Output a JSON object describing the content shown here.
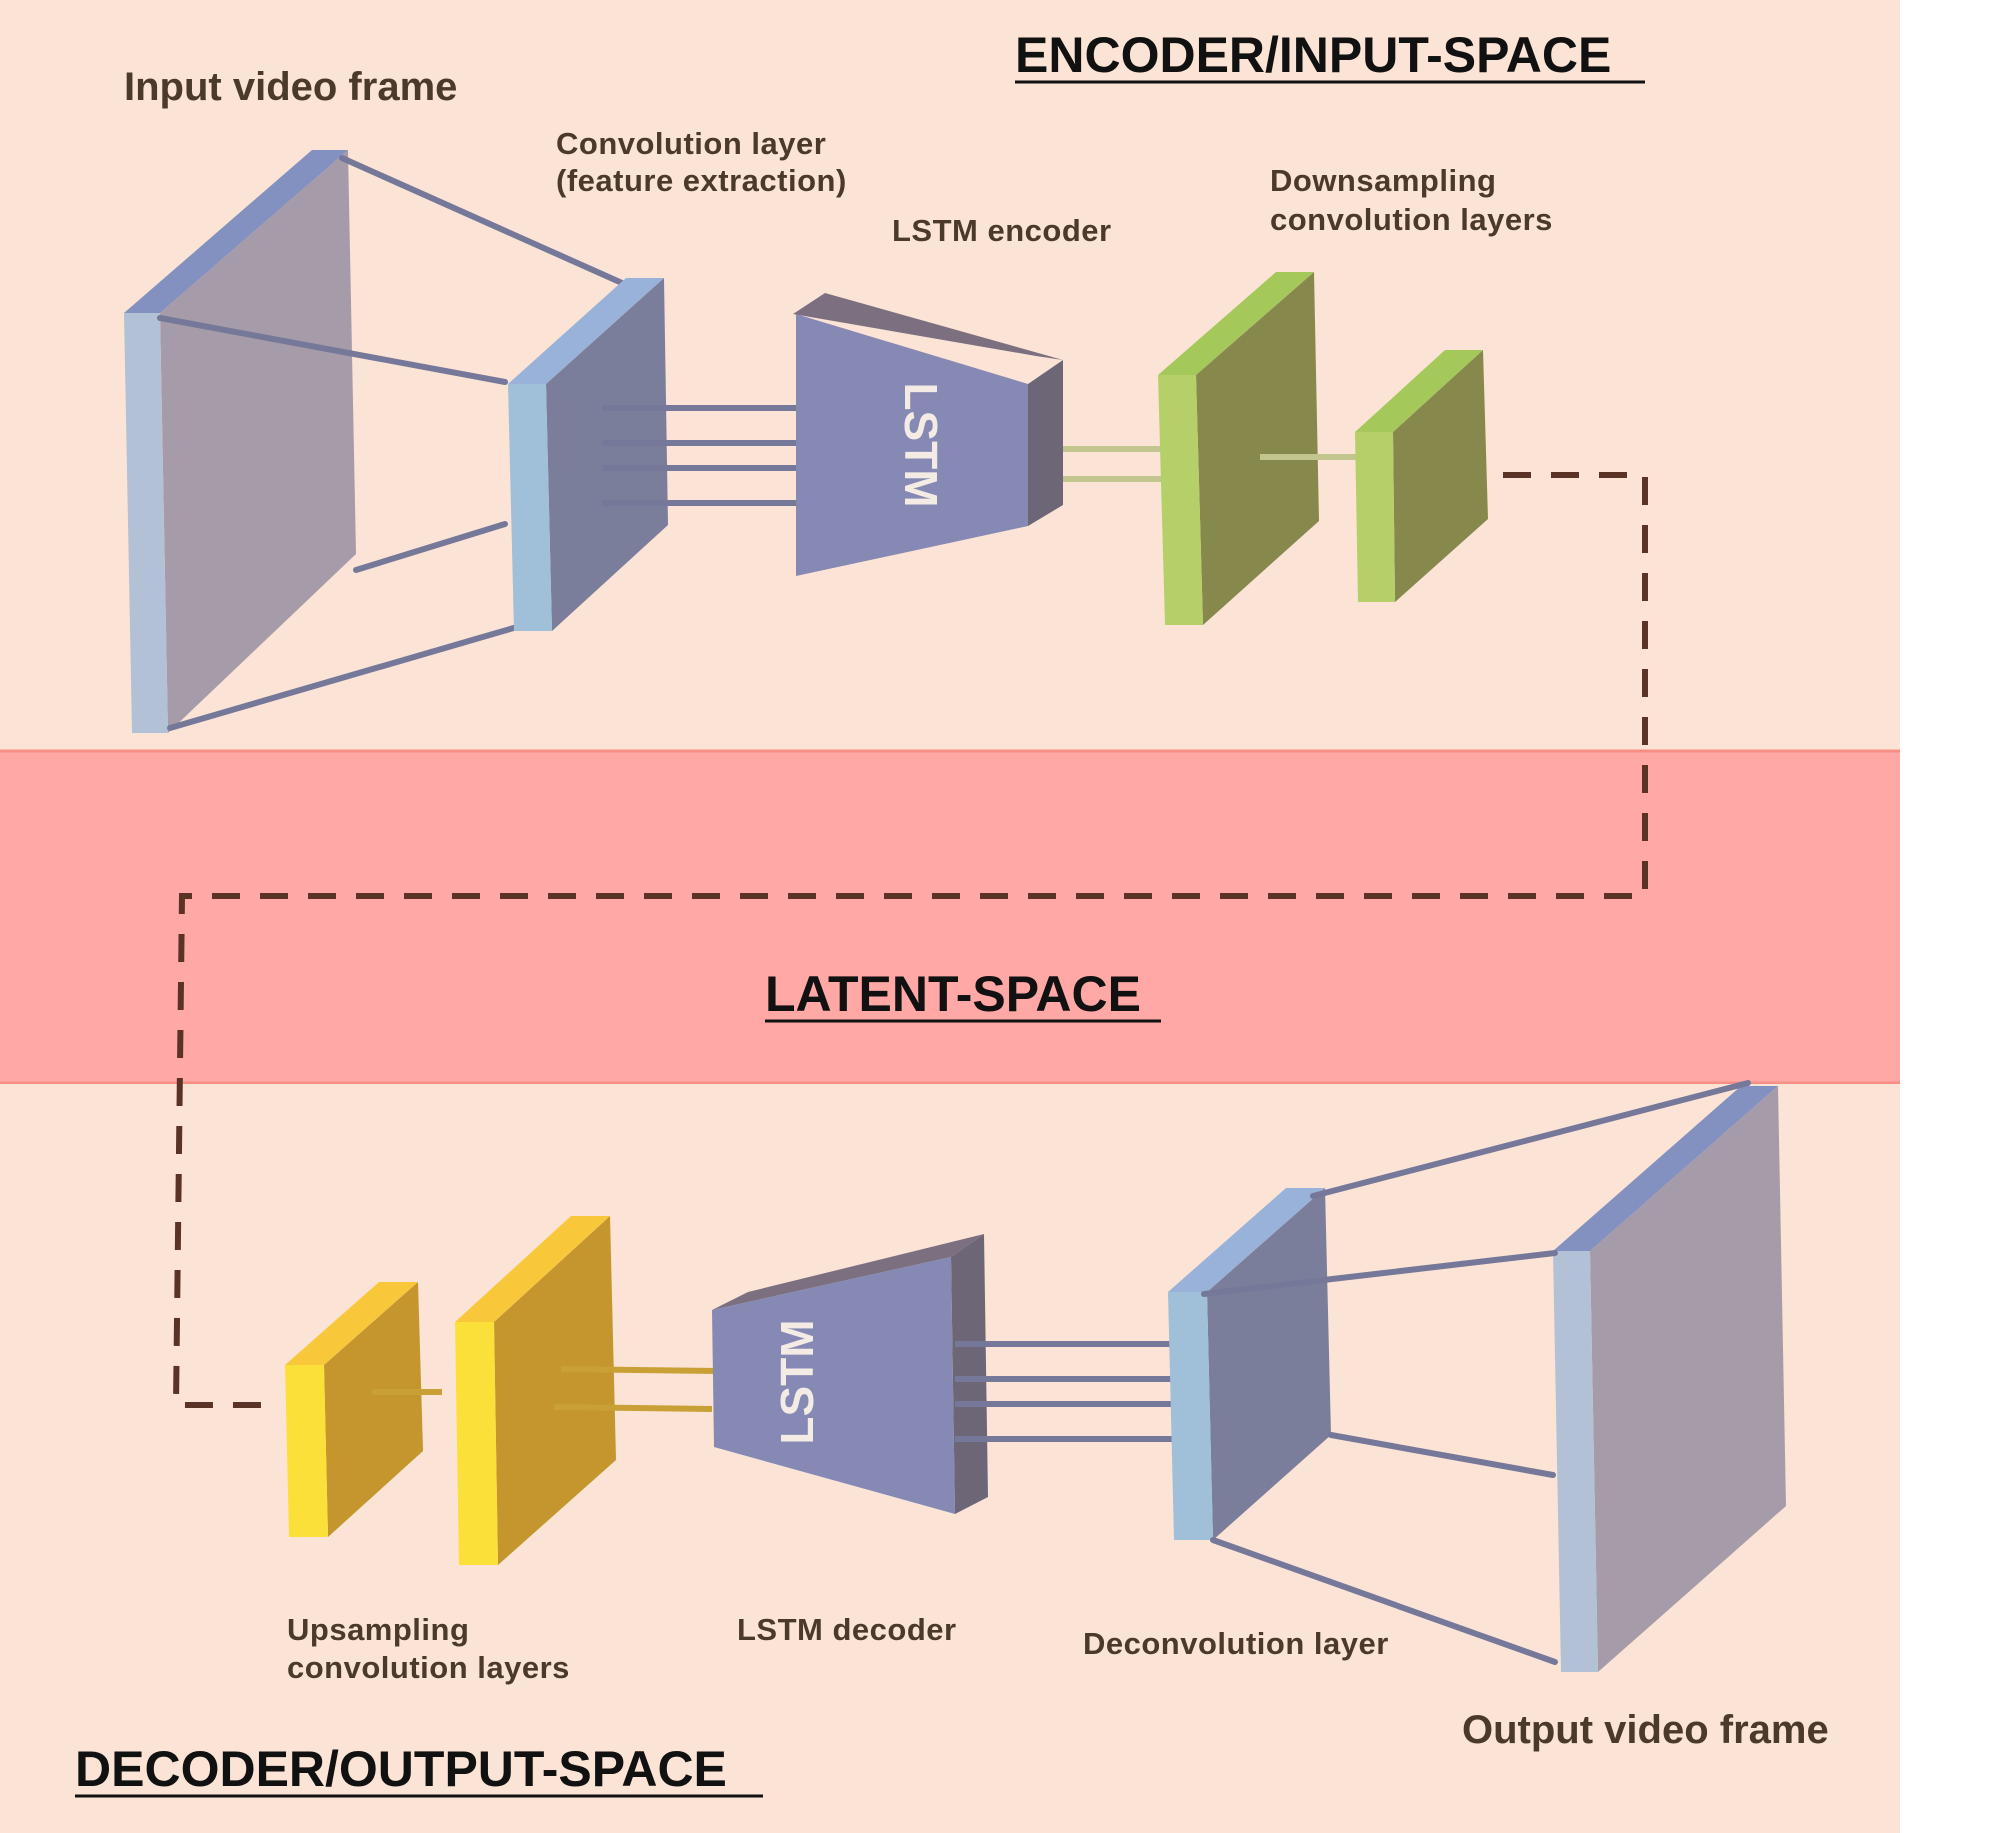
{
  "sections": {
    "encoder_title": "ENCODER/INPUT-SPACE",
    "latent_title": "LATENT-SPACE",
    "decoder_title": "DECODER/OUTPUT-SPACE"
  },
  "encoder": {
    "input_frame_label": "Input video frame",
    "conv_label_line1": "Convolution layer",
    "conv_label_line2": "(feature extraction)",
    "lstm_encoder_label": "LSTM encoder",
    "lstm_block_text": "LSTM",
    "downsampling_label_line1": "Downsampling",
    "downsampling_label_line2": "convolution layers"
  },
  "decoder": {
    "upsampling_label_line1": "Upsampling",
    "upsampling_label_line2": "convolution layers",
    "lstm_decoder_label": "LSTM decoder",
    "lstm_block_text": "LSTM",
    "deconv_label": "Deconvolution layer",
    "output_frame_label": "Output video frame"
  },
  "colors": {
    "encoder_band": "#fbe4d6",
    "latent_band": "#ffa8a6",
    "frame_face": "#a69ca9",
    "frame_edge": "#b2c1d6",
    "frame_top": "#8391c0",
    "conv_face": "#7b7e9b",
    "conv_edge": "#a0bfd8",
    "lstm_face": "#8589b4",
    "lstm_side": "#6c6677",
    "green_face": "#86894b",
    "green_edge": "#b5d068",
    "yellow_face": "#c5962e",
    "yellow_edge": "#fbe03a",
    "connector": "#767899",
    "dashed_path": "#5a3226"
  }
}
